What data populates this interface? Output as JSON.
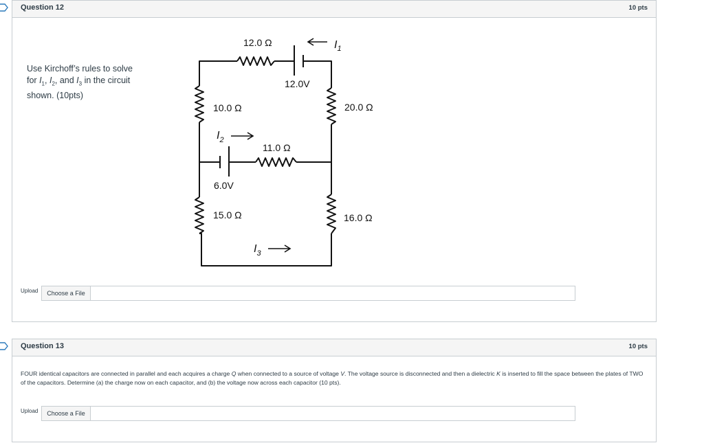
{
  "questions": [
    {
      "title": "Question 12",
      "points": "10 pts",
      "prompt": {
        "line1": "Use Kirchoff’s rules to solve",
        "for": "for ",
        "i1": "I",
        "i1_sub": "1",
        "sep1": ", ",
        "i2": "I",
        "i2_sub": "2",
        "sep2": ", and ",
        "i3": "I",
        "i3_sub": "3",
        "tail": " in the circuit",
        "line3": "shown. (10pts)"
      },
      "circuit": {
        "r_top": "12.0 Ω",
        "battery_top": "12.0V",
        "current_1": "I",
        "current_1_sub": "1",
        "r_left_upper": "10.0 Ω",
        "r_right_upper": "20.0 Ω",
        "current_2": "I",
        "current_2_sub": "2",
        "r_middle": "11.0 Ω",
        "battery_middle": "6.0V",
        "r_left_lower": "15.0 Ω",
        "r_right_lower": "16.0 Ω",
        "current_3": "I",
        "current_3_sub": "3"
      },
      "upload_label": "Upload",
      "choose_file": "Choose a File"
    },
    {
      "title": "Question 13",
      "points": "10 pts",
      "text": {
        "part1": "FOUR identical capacitors are connected in parallel and each acquires a charge ",
        "q": "Q",
        "part2": " when connected to a source of voltage ",
        "v": "V",
        "part3": ". The voltage source is disconnected and then a dielectric ",
        "k": "K",
        "part4": " is inserted to fill the space between the plates of TWO of the capacitors. Determine (a) the charge now on each capacitor, and (b) the voltage now across each capacitor (10 pts)."
      },
      "upload_label": "Upload",
      "choose_file": "Choose a File"
    }
  ]
}
